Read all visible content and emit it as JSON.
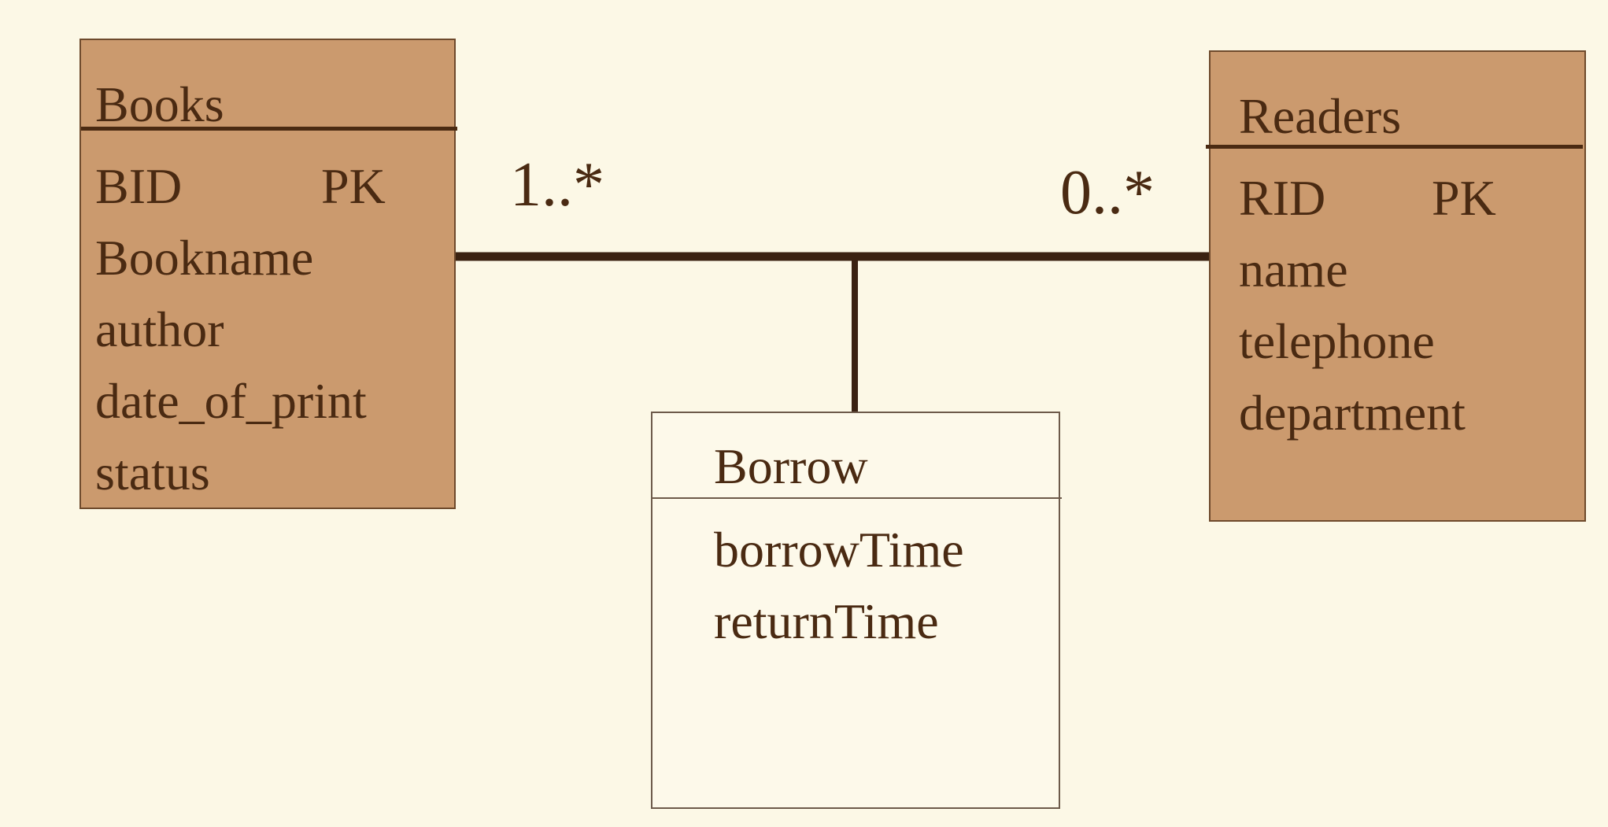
{
  "diagram": {
    "entities": [
      {
        "id": "books",
        "title": "Books",
        "attributes": [
          {
            "name": "BID",
            "key": "PK"
          },
          {
            "name": "Bookname",
            "key": ""
          },
          {
            "name": "author",
            "key": ""
          },
          {
            "name": "date_of_print",
            "key": ""
          },
          {
            "name": "status",
            "key": ""
          }
        ]
      },
      {
        "id": "readers",
        "title": "Readers",
        "attributes": [
          {
            "name": "RID",
            "key": "PK"
          },
          {
            "name": "name",
            "key": ""
          },
          {
            "name": "telephone",
            "key": ""
          },
          {
            "name": "department",
            "key": ""
          }
        ]
      },
      {
        "id": "borrow",
        "title": "Borrow",
        "attributes": [
          {
            "name": "borrowTime",
            "key": ""
          },
          {
            "name": "returnTime",
            "key": ""
          }
        ]
      }
    ],
    "association": {
      "left_multiplicity": "1..*",
      "right_multiplicity": "0..*"
    }
  },
  "colors": {
    "background": "#fcf8e6",
    "entity_fill": "#cb9a6e",
    "association_class_fill": "#fdf9ea",
    "text": "#4a2a12",
    "line": "#3b2212"
  }
}
